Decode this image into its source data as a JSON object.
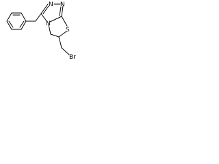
{
  "molecule": {
    "atoms": {
      "n1": "N",
      "n2": "N",
      "n3": "N",
      "s": "S",
      "br": "Br"
    },
    "colors": {
      "bond": "#000000",
      "background": "#ffffff"
    }
  }
}
